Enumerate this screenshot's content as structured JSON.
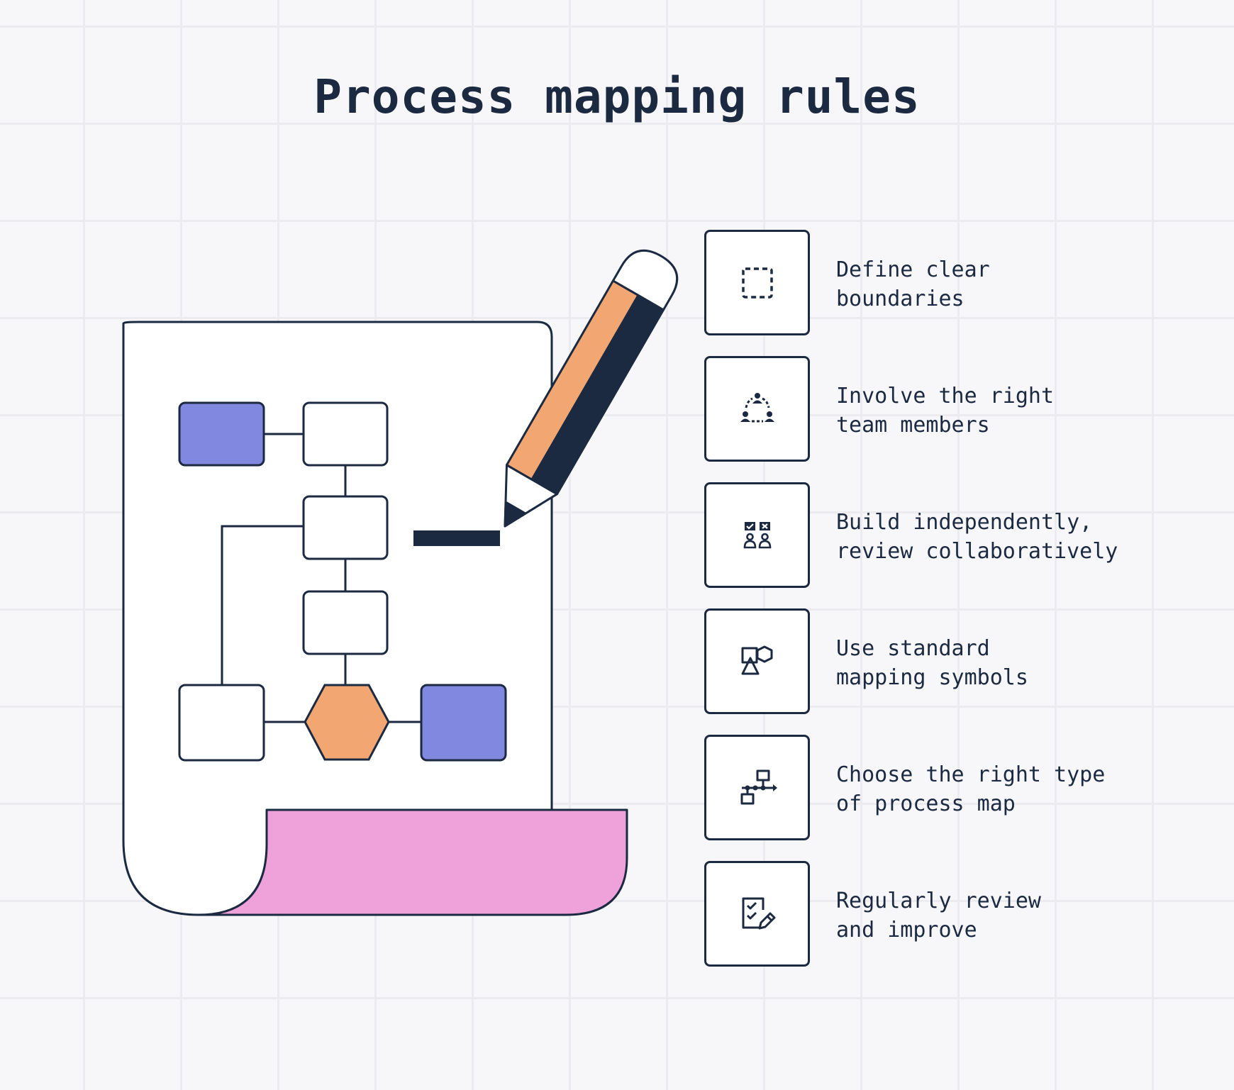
{
  "title": "Process mapping rules",
  "colors": {
    "ink": "#1b2a41",
    "paper": "#ffffff",
    "background": "#f7f7f9",
    "grid": "#ececf0",
    "purple": "#8088e0",
    "orange": "#f2a772",
    "pink": "#efa1d9"
  },
  "rules": [
    {
      "line1": "Define clear",
      "line2": "boundaries",
      "icon": "dashed-square-icon"
    },
    {
      "line1": "Involve the right",
      "line2": "team members",
      "icon": "team-circle-icon"
    },
    {
      "line1": "Build independently,",
      "line2": "review collaboratively",
      "icon": "review-people-icon"
    },
    {
      "line1": "Use standard",
      "line2": "mapping symbols",
      "icon": "shapes-icon"
    },
    {
      "line1": "Choose the right type",
      "line2": "of process map",
      "icon": "flow-map-icon"
    },
    {
      "line1": "Regularly review",
      "line2": "and improve",
      "icon": "checklist-pencil-icon"
    }
  ]
}
